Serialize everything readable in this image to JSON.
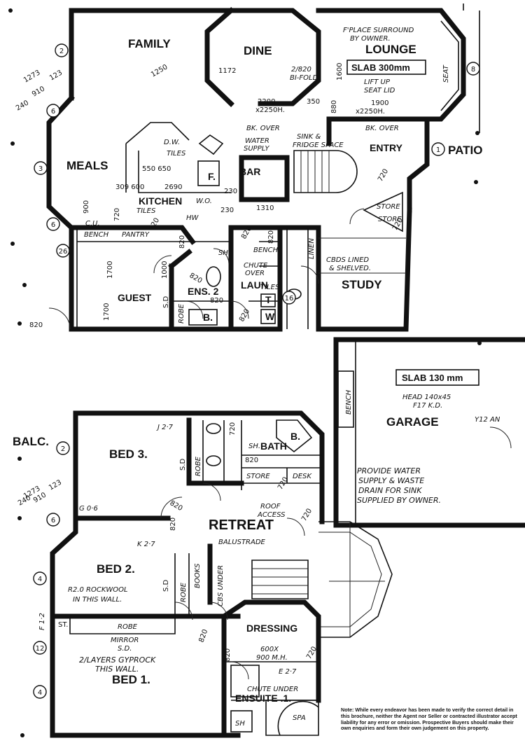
{
  "ground_floor": {
    "rooms": {
      "family": "FAMILY",
      "dine": "DINE",
      "lounge": "LOUNGE",
      "meals": "MEALS",
      "bar": "BAR",
      "entry": "ENTRY",
      "patio": "PATIO",
      "kitchen": "KITCHEN",
      "guest": "GUEST",
      "ens2": "ENS. 2",
      "laun": "LAUN",
      "study": "STUDY",
      "garage": "GARAGE"
    },
    "notes": {
      "fplace": "F'PLACE SURROUND",
      "by_owner": "BY OWNER.",
      "slab300": "SLAB 300mm",
      "liftup": "LIFT UP",
      "seat_lid": "SEAT LID",
      "bk_over_1": "BK. OVER",
      "bk_over_2": "BK. OVER",
      "water": "WATER",
      "supply": "SUPPLY",
      "sink": "SINK &",
      "fridge": "FRIDGE SPACE",
      "bifold_1": "2/820",
      "bifold_2": "BI-FOLD.",
      "dw": "D.W.",
      "tiles_1": "TILES",
      "tiles_2": "TILES",
      "tiles_3": "TILES",
      "bench_1": "BENCH",
      "bench_2": "BENCH",
      "pantry": "PANTRY",
      "cu": "C.U.",
      "wo": "W.O.",
      "hw": "HW",
      "sh": "SH.",
      "chute": "CHUTE",
      "over": "OVER",
      "cbds_1": "CBDS LINED",
      "cbds_2": "& SHELVED.",
      "store_1": "STORE",
      "store_2": "STORE",
      "linen": "LINEN",
      "robe": "ROBE",
      "seat": "SEAT",
      "slab130": "SLAB 130 mm",
      "head_1": "HEAD 140x45",
      "head_2": "F17 K.D.",
      "bench_garage": "BENCH",
      "provide_1": "PROVIDE WATER",
      "provide_2": "SUPPLY & WASTE",
      "provide_3": "DRAIN FOR SINK",
      "provide_4": "SUPPLIED BY OWNER.",
      "y12": "Y12 AN"
    },
    "dimensions": {
      "d1250": "1250",
      "d1172": "1172",
      "d2200": "2200",
      "d350": "350",
      "d2250h_1": "x2250H.",
      "d1600": "1600",
      "d880": "880",
      "d1900": "1900",
      "d2250h_2": "x2250H.",
      "d550_650": "550 650",
      "d309_600": "309 600",
      "d2690": "2690",
      "d230_1": "230",
      "d230_2": "230",
      "d1310": "1310",
      "d900": "900",
      "d720_1": "720",
      "d720_2": "720",
      "d720_3": "720",
      "d720_4": "720",
      "d1000": "1000",
      "d1700_1": "1700",
      "d1700_2": "1700",
      "d820_1": "820",
      "d820_2": "820",
      "d820_3": "820",
      "d820_4": "820",
      "d820_5": "820",
      "d820_6": "820",
      "d820_7": "820",
      "d1273": "1273",
      "d910": "910",
      "d123": "123",
      "d240": "240",
      "sd": "S.D",
      "f": "F.",
      "t": "T",
      "w": "W",
      "b": "B."
    },
    "markers": [
      "2",
      "6",
      "3",
      "6",
      "26",
      "8",
      "1",
      "16"
    ]
  },
  "upper_floor": {
    "rooms": {
      "balc": "BALC.",
      "bed3": "BED 3.",
      "bath": "BATH",
      "retreat": "RETREAT",
      "bed2": "BED 2.",
      "dressing": "DRESSING",
      "bed1": "BED 1.",
      "ensuite1": "ENSUITE .1."
    },
    "notes": {
      "j27": "J 2·7",
      "g06": "G 0·6",
      "k27": "K 2·7",
      "e27": "E 2·7",
      "f12": "F 1·2",
      "store": "STORE",
      "desk": "DESK",
      "roof_1": "ROOF",
      "roof_2": "ACCESS",
      "balustrade": "BALUSTRADE",
      "robe_1": "ROBE",
      "robe_2": "ROBE",
      "robe_3": "ROBE",
      "books": "BOOKS",
      "cbs_under": "CBS UNDER",
      "r20_1": "R2.0 ROCKWOOL",
      "r20_2": "IN THIS WALL.",
      "mirror_1": "MIRROR",
      "mirror_2": "S.D.",
      "gyp_1": "2/LAYERS GYPROCK",
      "gyp_2": "THIS WALL.",
      "chute_under": "CHUTE UNDER",
      "sh_1": "SH.",
      "sh_2": "SH",
      "spa": "SPA",
      "goox_1": "600X",
      "goox_2": "900 M.H.",
      "b": "B.",
      "d820_1": "820",
      "d820_2": "820",
      "d820_3": "820",
      "d820_4": "820",
      "d820_5": "820",
      "d720_1": "720",
      "d720_2": "720",
      "d720_3": "720",
      "d720_4": "720",
      "sd_1": "S.D",
      "sd_2": "S.D",
      "st": "ST.",
      "d1273": "1273",
      "d910": "910",
      "d123": "123",
      "d240": "240"
    },
    "markers": [
      "2",
      "6",
      "4",
      "12",
      "4"
    ]
  },
  "disclaimer": "Note: While every endeavor has been made to verify the correct detail in this brochure, neither the Agent nor Seller or contracted illustrator accept liability for any error or omission. Prospective Buyers should make their own enquiries and form their own judgement on this property."
}
